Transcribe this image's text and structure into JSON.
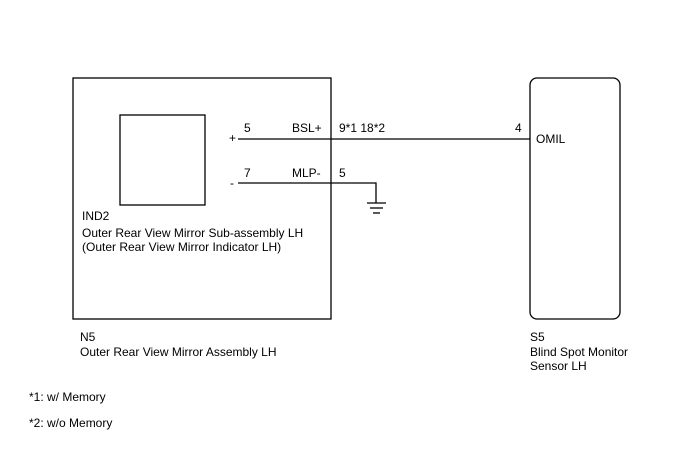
{
  "n5": {
    "code": "N5",
    "name": "Outer Rear View Mirror Assembly LH"
  },
  "ind2": {
    "code": "IND2",
    "name_line1": "Outer Rear View Mirror Sub-assembly LH",
    "name_line2": "(Outer Rear View Mirror Indicator LH)",
    "plus_symbol": "+",
    "minus_symbol": "-"
  },
  "s5": {
    "code": "S5",
    "name_line1": "Blind Spot Monitor",
    "name_line2": "Sensor LH",
    "terminal": "OMIL",
    "pin": "4"
  },
  "wires": {
    "upper": {
      "inner_pin": "5",
      "signal": "BSL+",
      "outer_pin": "9*1 18*2"
    },
    "lower": {
      "inner_pin": "7",
      "signal": "MLP-",
      "outer_pin": "5"
    }
  },
  "notes": [
    "*1: w/ Memory",
    "*2: w/o Memory"
  ]
}
